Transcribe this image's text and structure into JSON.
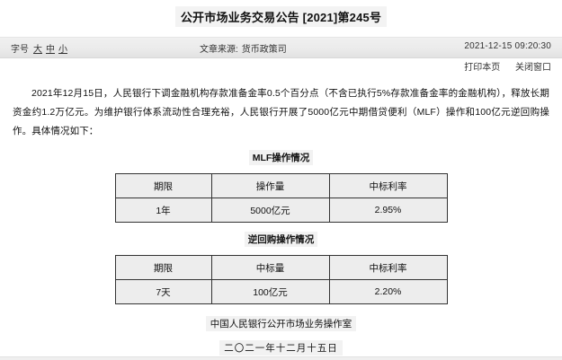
{
  "document": {
    "title": "公开市场业务交易公告 [2021]第245号"
  },
  "meta": {
    "font_size_label": "字号",
    "font_size_options": [
      "大",
      "中",
      "小"
    ],
    "source_label": "文章来源:",
    "source_value": "货币政策司",
    "timestamp": "2021-12-15 09:20:30"
  },
  "tools": {
    "print": "打印本页",
    "close": "关闭窗口"
  },
  "body": {
    "paragraph": "2021年12月15日，人民银行下调金融机构存款准备金率0.5个百分点（不含已执行5%存款准备金率的金融机构），释放长期资金约1.2万亿元。为维护银行体系流动性合理充裕，人民银行开展了5000亿元中期借贷便利（MLF）操作和100亿元逆回购操作。具体情况如下："
  },
  "sections": [
    {
      "heading": "MLF操作情况",
      "table": {
        "headers": [
          "期限",
          "操作量",
          "中标利率"
        ],
        "rows": [
          [
            "1年",
            "5000亿元",
            "2.95%"
          ]
        ]
      }
    },
    {
      "heading": "逆回购操作情况",
      "table": {
        "headers": [
          "期限",
          "中标量",
          "中标利率"
        ],
        "rows": [
          [
            "7天",
            "100亿元",
            "2.20%"
          ]
        ]
      }
    }
  ],
  "signature": {
    "organization": "中国人民银行公开市场业务操作室",
    "date": "二〇二一年十二月十五日"
  },
  "colors": {
    "page_background": "#ffffff",
    "meta_bar": "#ebebeb",
    "table_cell": "#ededed",
    "table_border": "#333333",
    "text": "#111111"
  }
}
